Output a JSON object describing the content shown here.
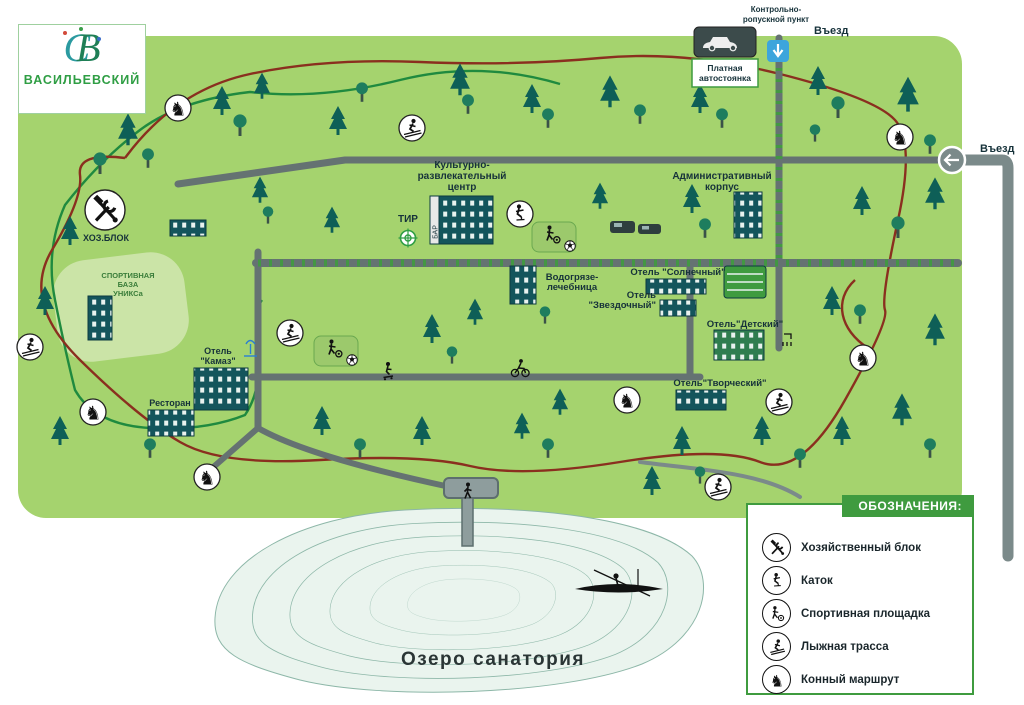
{
  "logo": {
    "monogram_c": "С",
    "monogram_v": "В",
    "title": "ВАСИЛЬЕВСКИЙ"
  },
  "top": {
    "checkpoint": [
      "Контрольно-",
      "ропускной пункт"
    ],
    "entrance_top": "Въезд",
    "parking_sign": [
      "Платная",
      "автостоянка"
    ],
    "entrance_right": "Въезд"
  },
  "places": {
    "culture_center": [
      "Культурно-",
      "развлекательный",
      "центр"
    ],
    "shooting_range": "ТИР",
    "bar": "БАР",
    "admin": [
      "Административный",
      "корпус"
    ],
    "utility_block": "ХОЗ.БЛОК",
    "sport_base": [
      "СПОРТИВНАЯ",
      "БАЗА",
      "УНИКСа"
    ],
    "mud_clinic": [
      "Водогрязе-",
      "лечебница"
    ],
    "hotel_sunny": "Отель \"Солнечный\"",
    "hotel_star": [
      "Отель",
      "\"Звездочный\""
    ],
    "hotel_children": "Отель\"Детский\"",
    "hotel_creative": "Отель\"Творческий\"",
    "hotel_kamaz": [
      "Отель",
      "\"Камаз\""
    ],
    "restaurant": "Ресторан"
  },
  "legend": {
    "title": "ОБОЗНАЧЕНИЯ:",
    "items": [
      {
        "icon": "wrench-icon",
        "label": "Хозяйственный блок"
      },
      {
        "icon": "skater-icon",
        "label": "Каток"
      },
      {
        "icon": "sport-icon",
        "label": "Спортивная площадка"
      },
      {
        "icon": "skier-icon",
        "label": "Лыжная трасса"
      },
      {
        "icon": "horse-icon",
        "label": "Конный маршрут"
      }
    ]
  },
  "lake_label": "Озеро  санатория",
  "icons": {
    "horse_glyph": "♞"
  },
  "colors": {
    "map_green": "#a5d36e",
    "accent_green": "#3f9b3f",
    "road_gray": "#657272",
    "route_red": "#8a2f1f",
    "route_green": "#1f8a3f",
    "building_teal": "#14555c",
    "lake_teal": "#37a188",
    "entrance_blue": "#3da5dc"
  }
}
